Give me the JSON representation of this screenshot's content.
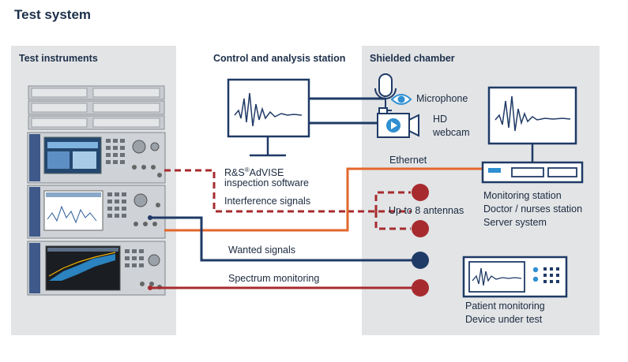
{
  "title": "Test system",
  "sections": {
    "test_instruments": "Test instruments",
    "control_station": "Control and analysis station",
    "shielded_chamber": "Shielded chamber"
  },
  "software": {
    "line1": "R&S",
    "reg": "®",
    "line1_rest": "AdVISE",
    "line2": "inspection software"
  },
  "signals": {
    "interference": "Interference signals",
    "wanted": "Wanted signals",
    "spectrum": "Spectrum monitoring",
    "ethernet": "Ethernet",
    "antennas": "Up to 8 antennas"
  },
  "chamber": {
    "microphone": "Microphone",
    "webcam_line1": "HD",
    "webcam_line2": "webcam",
    "monitoring_line1": "Monitoring station",
    "monitoring_line2": "Doctor / nurses station",
    "monitoring_line3": "Server system",
    "patient_line1": "Patient monitoring",
    "patient_line2": "Device under test"
  },
  "colors": {
    "navy": "#1f3a66",
    "red": "#a72b2e",
    "orange": "#e2672b",
    "panel": "#e2e4e6"
  }
}
